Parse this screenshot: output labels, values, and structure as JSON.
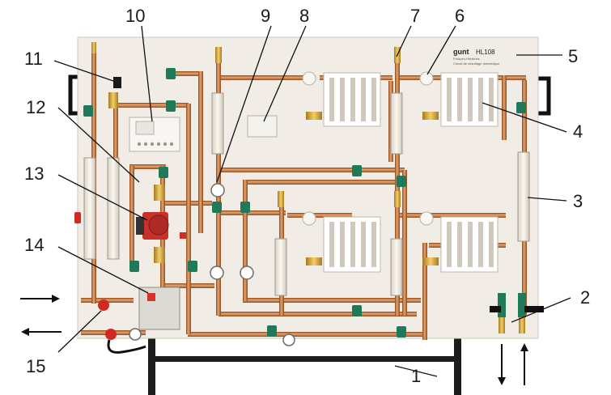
{
  "panel": {
    "brand": "gunt",
    "model": "HL108",
    "subtitle_de": "Pumpen-Heizkreis",
    "subtitle_fr": "Circuit de chauffage domestique"
  },
  "callouts": [
    "1",
    "2",
    "3",
    "4",
    "5",
    "6",
    "7",
    "8",
    "9",
    "10",
    "11",
    "12",
    "13",
    "14",
    "15"
  ],
  "colors": {
    "panel": "#f1ede6",
    "copper": "#c9773c",
    "copper_dark": "#9a5223",
    "clip_green": "#1f7a5a",
    "pump_red": "#c8302b",
    "stand": "#1c1c1c"
  },
  "icons": [
    "arrow-in-icon",
    "arrow-out-icon",
    "arrow-down-icon",
    "arrow-up-icon"
  ]
}
